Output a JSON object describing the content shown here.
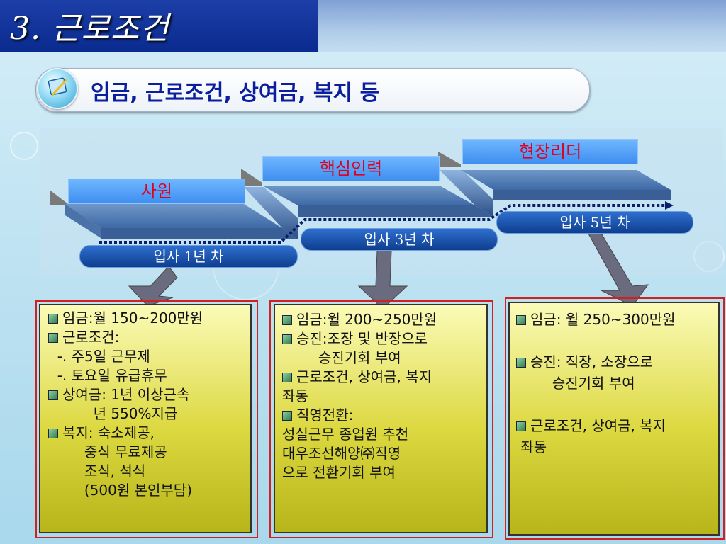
{
  "title": "3. 근로조건",
  "subtitle": "임금, 근로조건, 상여금, 복지 등",
  "stages": [
    {
      "label": "사원",
      "tenure": "입사 1년 차"
    },
    {
      "label": "핵심인력",
      "tenure": "입사 3년 차"
    },
    {
      "label": "현장리더",
      "tenure": "입사 5년 차"
    }
  ],
  "boxes": [
    {
      "lines": [
        {
          "bullet": true,
          "text": "임금:월 150~200만원"
        },
        {
          "bullet": true,
          "text": "근로조건:"
        },
        {
          "bullet": false,
          "text": "  -. 주5일 근무제"
        },
        {
          "bullet": false,
          "text": "  -. 토요일 유급휴무"
        },
        {
          "bullet": true,
          "text": "상여금: 1년 이상근속"
        },
        {
          "bullet": false,
          "text": "          년 550%지급"
        },
        {
          "bullet": true,
          "text": "복지: 숙소제공,"
        },
        {
          "bullet": false,
          "text": "        중식 무료제공"
        },
        {
          "bullet": false,
          "text": "        조식, 석식"
        },
        {
          "bullet": false,
          "text": "        (500원 본인부담)"
        }
      ]
    },
    {
      "lines": [
        {
          "bullet": true,
          "text": "임금:월 200~250만원"
        },
        {
          "bullet": true,
          "text": "승진:조장 및 반장으로"
        },
        {
          "bullet": false,
          "text": "        승진기회 부여"
        },
        {
          "bullet": true,
          "text": "근로조건, 상여금, 복지"
        },
        {
          "bullet": false,
          "text": "좌동"
        },
        {
          "bullet": true,
          "text": "직영전환:"
        },
        {
          "bullet": false,
          "text": "성실근무 종업원 추천"
        },
        {
          "bullet": false,
          "text": "대우조선해양㈜직영"
        },
        {
          "bullet": false,
          "text": "으로 전환기회 부여"
        }
      ]
    },
    {
      "lines": [
        {
          "bullet": true,
          "text": "임금: 월 250~300만원"
        },
        {
          "bullet": false,
          "text": ""
        },
        {
          "bullet": true,
          "text": "승진: 직장, 소장으로"
        },
        {
          "bullet": false,
          "text": "        승진기회 부여"
        },
        {
          "bullet": false,
          "text": ""
        },
        {
          "bullet": true,
          "text": "근로조건, 상여금, 복지"
        },
        {
          "bullet": false,
          "text": " 좌동"
        }
      ]
    }
  ],
  "colors": {
    "title_banner": "#0a2a8e",
    "stage_label_text": "#e00020",
    "subtitle_text": "#0b1f9e",
    "box_frame": "#d02020"
  }
}
